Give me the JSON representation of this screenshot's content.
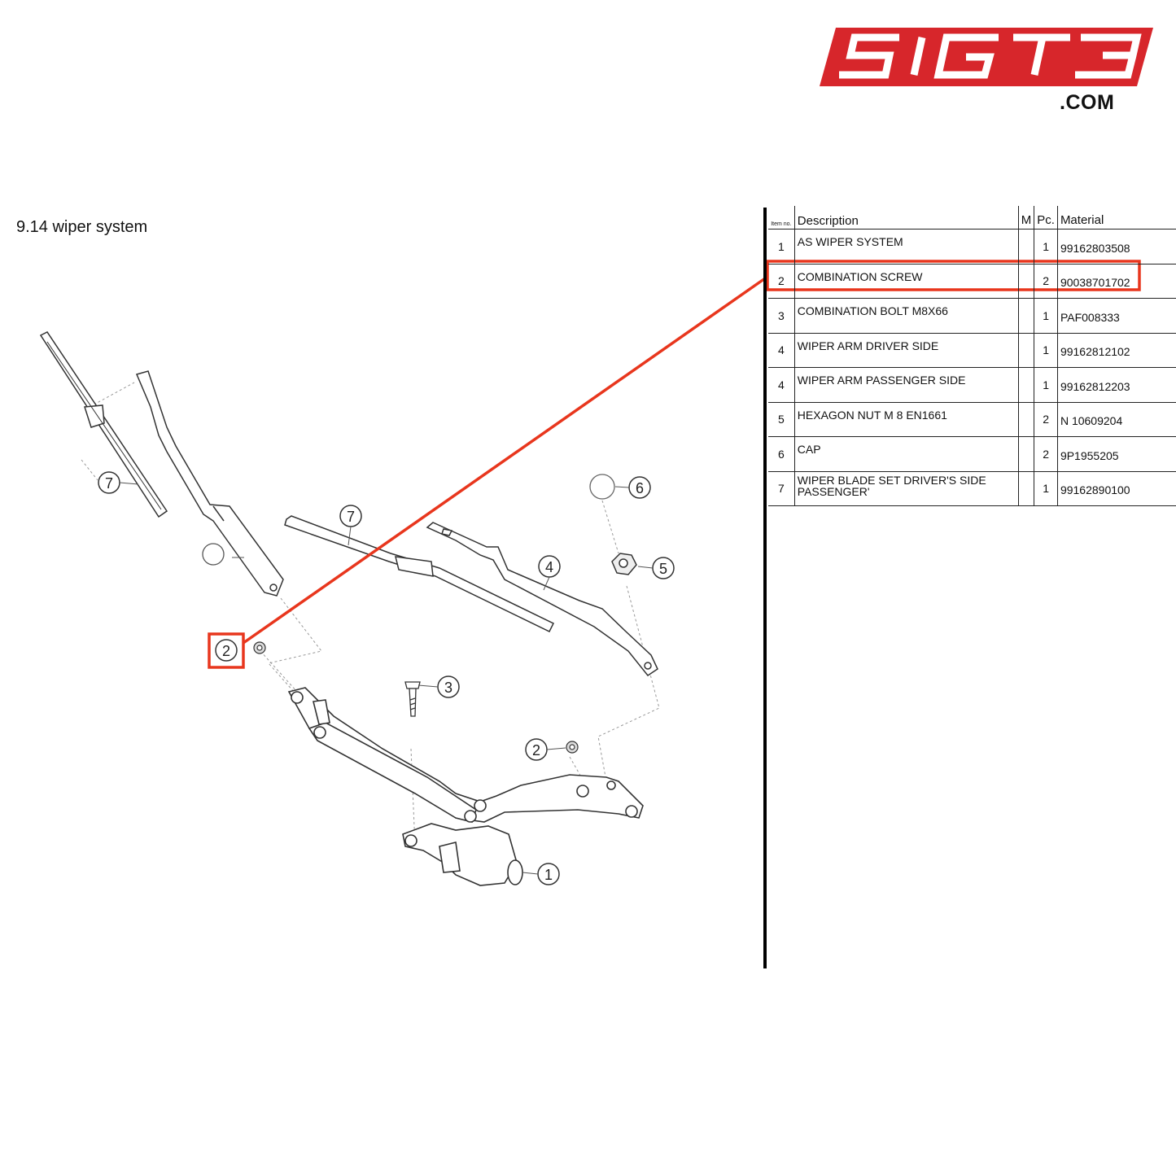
{
  "brand": {
    "logo_text": "5IGT3",
    "domain": ".COM",
    "accent": "#d7262b"
  },
  "page": {
    "title": "9.14  wiper system"
  },
  "table": {
    "headers": {
      "item": "Item no.",
      "description": "Description",
      "m": "M",
      "pc": "Pc.",
      "material": "Material"
    },
    "rows": [
      {
        "item": "1",
        "description": "AS WIPER SYSTEM",
        "pc": "1",
        "material": "99162803508"
      },
      {
        "item": "2",
        "description": "COMBINATION SCREW",
        "pc": "2",
        "material": "90038701702"
      },
      {
        "item": "3",
        "description": "COMBINATION BOLT M8X66",
        "pc": "1",
        "material": "PAF008333"
      },
      {
        "item": "4",
        "description": "WIPER ARM DRIVER SIDE",
        "pc": "1",
        "material": "99162812102"
      },
      {
        "item": "4",
        "description": "WIPER ARM PASSENGER SIDE",
        "pc": "1",
        "material": "99162812203"
      },
      {
        "item": "5",
        "description": "HEXAGON NUT M 8 EN1661",
        "pc": "2",
        "material": "N 10609204"
      },
      {
        "item": "6",
        "description": "CAP",
        "pc": "2",
        "material": "9P1955205"
      },
      {
        "item": "7",
        "description": "WIPER BLADE SET DRIVER'S SIDE PASSENGER'",
        "pc": "1",
        "material": "99162890100"
      }
    ],
    "highlight_color": "#e8361d"
  },
  "callouts": {
    "c7a": "7",
    "c7b": "7",
    "c4": "4",
    "c6": "6",
    "c5": "5",
    "c2a": "2",
    "c3": "3",
    "c2b": "2",
    "c1": "1"
  }
}
